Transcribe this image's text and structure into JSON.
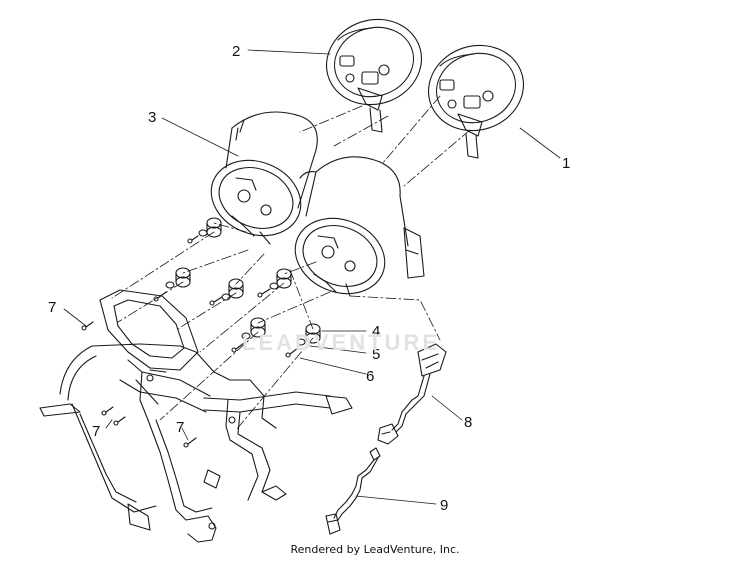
{
  "callouts": [
    "1",
    "2",
    "3",
    "4",
    "5",
    "6",
    "7",
    "7",
    "7",
    "8",
    "9"
  ],
  "watermark": "LEADVENTURE",
  "footer": "Rendered by LeadVenture, Inc.",
  "colors": {
    "line": "#1a1a1a",
    "watermark": "#e2e2e2",
    "background": "#ffffff"
  }
}
